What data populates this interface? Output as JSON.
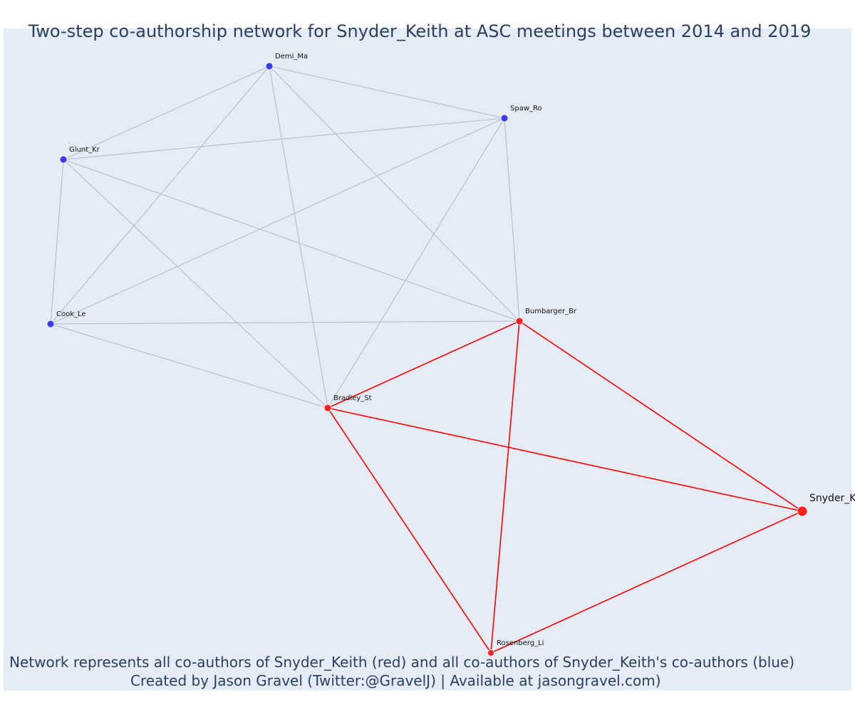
{
  "title": "Two-step co-authorship network for Snyder_Keith at ASC meetings between 2014 and 2019",
  "caption": {
    "line1": "Network represents all co-authors of Snyder_Keith (red) and all co-authors of Snyder_Keith's co-authors (blue)",
    "line2": "Created by Jason Gravel (Twitter:@GravelJ) | Available at jasongravel.com)"
  },
  "colors": {
    "background": "#e5ecf6",
    "first_degree": "#ff2020",
    "second_degree": "#3b3bef",
    "first_degree_edge": "#ff0000",
    "second_degree_edge": "#b4b8c6",
    "text": "#2a3f5f"
  },
  "nodes": [
    {
      "id": "Snyder_Keith",
      "label": "Snyder_K",
      "group": "focal"
    },
    {
      "id": "Bumbarger_Br",
      "label": "Bumbarger_Br",
      "group": "first_degree"
    },
    {
      "id": "Bradley_St",
      "label": "Bradley_St",
      "group": "first_degree"
    },
    {
      "id": "Rosenberg_Li",
      "label": "Rosenberg_Li",
      "group": "first_degree"
    },
    {
      "id": "Demi_Ma",
      "label": "Demi_Ma",
      "group": "second_degree"
    },
    {
      "id": "Spaw_Ro",
      "label": "Spaw_Ro",
      "group": "second_degree"
    },
    {
      "id": "Glunt_Kr",
      "label": "Glunt_Kr",
      "group": "second_degree"
    },
    {
      "id": "Cook_Le",
      "label": "Cook_Le",
      "group": "second_degree"
    }
  ],
  "edges": [
    {
      "source": "Demi_Ma",
      "target": "Spaw_Ro",
      "type": "second_degree"
    },
    {
      "source": "Demi_Ma",
      "target": "Glunt_Kr",
      "type": "second_degree"
    },
    {
      "source": "Demi_Ma",
      "target": "Cook_Le",
      "type": "second_degree"
    },
    {
      "source": "Demi_Ma",
      "target": "Bradley_St",
      "type": "second_degree"
    },
    {
      "source": "Demi_Ma",
      "target": "Bumbarger_Br",
      "type": "second_degree"
    },
    {
      "source": "Spaw_Ro",
      "target": "Glunt_Kr",
      "type": "second_degree"
    },
    {
      "source": "Spaw_Ro",
      "target": "Cook_Le",
      "type": "second_degree"
    },
    {
      "source": "Spaw_Ro",
      "target": "Bradley_St",
      "type": "second_degree"
    },
    {
      "source": "Spaw_Ro",
      "target": "Bumbarger_Br",
      "type": "second_degree"
    },
    {
      "source": "Glunt_Kr",
      "target": "Cook_Le",
      "type": "second_degree"
    },
    {
      "source": "Glunt_Kr",
      "target": "Bradley_St",
      "type": "second_degree"
    },
    {
      "source": "Glunt_Kr",
      "target": "Bumbarger_Br",
      "type": "second_degree"
    },
    {
      "source": "Cook_Le",
      "target": "Bumbarger_Br",
      "type": "second_degree"
    },
    {
      "source": "Cook_Le",
      "target": "Bradley_St",
      "type": "second_degree"
    },
    {
      "source": "Bradley_St",
      "target": "Bumbarger_Br",
      "type": "first_degree"
    },
    {
      "source": "Bradley_St",
      "target": "Snyder_Keith",
      "type": "first_degree"
    },
    {
      "source": "Bradley_St",
      "target": "Rosenberg_Li",
      "type": "first_degree"
    },
    {
      "source": "Bumbarger_Br",
      "target": "Snyder_Keith",
      "type": "first_degree"
    },
    {
      "source": "Bumbarger_Br",
      "target": "Rosenberg_Li",
      "type": "first_degree"
    },
    {
      "source": "Rosenberg_Li",
      "target": "Snyder_Keith",
      "type": "first_degree"
    }
  ]
}
